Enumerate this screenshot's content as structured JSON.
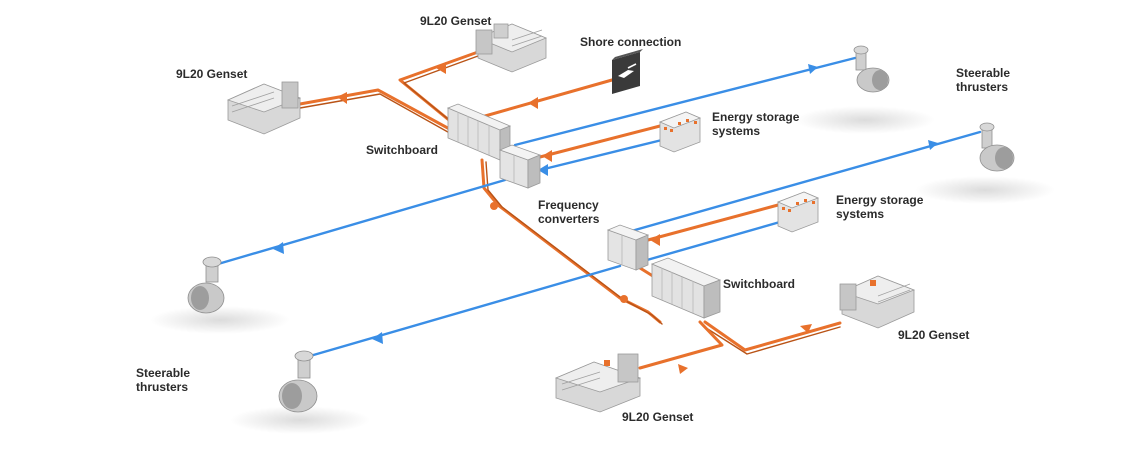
{
  "colors": {
    "power_line": "#e8712c",
    "power_line_shadow": "#b95316",
    "propulsion_line": "#3a8ee6",
    "propulsion_line_shadow": "#2a6cb4",
    "equipment_body": "#dcdcdc",
    "equipment_shade": "#a9a9a9",
    "shore_icon_bg": "#3a3a3a"
  },
  "icons": {
    "shore_connection": "shore-power-plug-icon"
  },
  "labels": {
    "genset_top": "9L20 Genset",
    "genset_left": "9L20 Genset",
    "genset_right": "9L20 Genset",
    "genset_bottom": "9L20 Genset",
    "shore_connection": "Shore connection",
    "thrusters_top": "Steerable\nthrusters",
    "thrusters_bottom": "Steerable\nthrusters",
    "energy_storage_top": "Energy storage\nsystems",
    "energy_storage_bottom": "Energy storage\nsystems",
    "switchboard_top": "Switchboard",
    "switchboard_bottom": "Switchboard",
    "frequency_converters": "Frequency\nconverters"
  }
}
